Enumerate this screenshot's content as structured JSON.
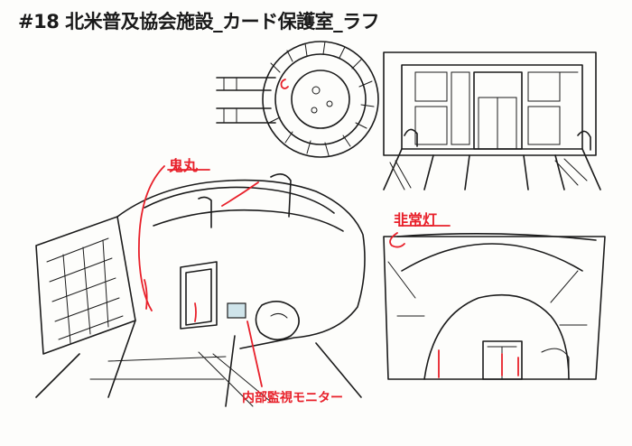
{
  "sheet": {
    "title": "#18 北米普及協会施設_カード保護室_ラフ",
    "notes": {
      "onimaru": "鬼丸",
      "emergency_light": "非常灯",
      "monitor": "内部監視モニター"
    },
    "accent_color": "#e8202a"
  }
}
